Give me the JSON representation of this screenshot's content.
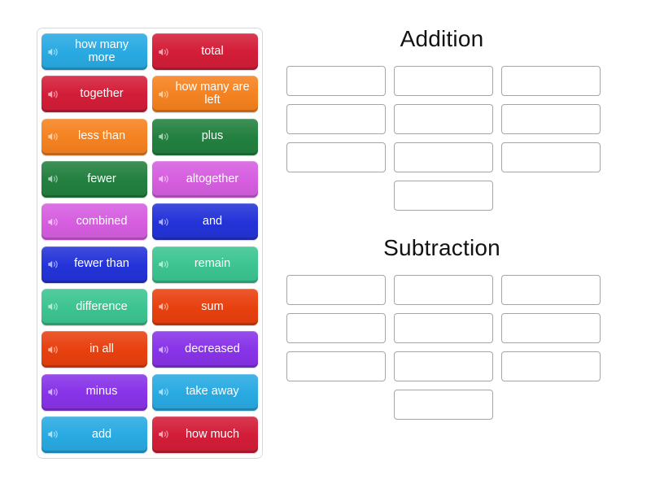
{
  "activity": {
    "type": "group-sort",
    "icon_name": "speaker-icon"
  },
  "tile_bank": {
    "tiles": [
      {
        "label": "how many more",
        "color": "#29aae2"
      },
      {
        "label": "total",
        "color": "#d31d38"
      },
      {
        "label": "together",
        "color": "#d31d38"
      },
      {
        "label": "how many are left",
        "color": "#f58220"
      },
      {
        "label": "less than",
        "color": "#f58220"
      },
      {
        "label": "plus",
        "color": "#22803f"
      },
      {
        "label": "fewer",
        "color": "#22803f"
      },
      {
        "label": "altogether",
        "color": "#d65ee0"
      },
      {
        "label": "combined",
        "color": "#d65ee0"
      },
      {
        "label": "and",
        "color": "#2433d8"
      },
      {
        "label": "fewer than",
        "color": "#2433d8"
      },
      {
        "label": "remain",
        "color": "#3cc491"
      },
      {
        "label": "difference",
        "color": "#3cc491"
      },
      {
        "label": "sum",
        "color": "#e8400f"
      },
      {
        "label": "in all",
        "color": "#e8400f"
      },
      {
        "label": "decreased",
        "color": "#8833e8"
      },
      {
        "label": "minus",
        "color": "#8833e8"
      },
      {
        "label": "take away",
        "color": "#29aae2"
      },
      {
        "label": "add",
        "color": "#29aae2"
      },
      {
        "label": "how much",
        "color": "#d31d38"
      }
    ]
  },
  "categories": [
    {
      "title": "Addition",
      "slot_count": 10,
      "slots": [
        "",
        "",
        "",
        "",
        "",
        "",
        "",
        "",
        "",
        ""
      ]
    },
    {
      "title": "Subtraction",
      "slot_count": 10,
      "slots": [
        "",
        "",
        "",
        "",
        "",
        "",
        "",
        "",
        "",
        ""
      ]
    }
  ]
}
